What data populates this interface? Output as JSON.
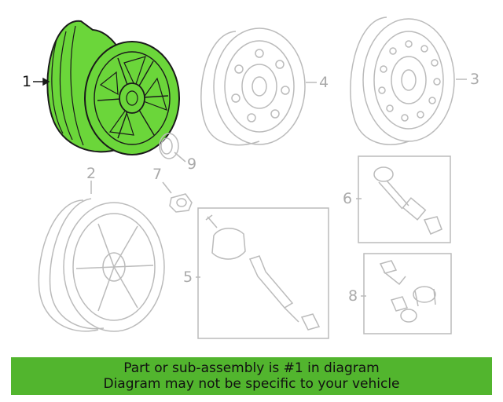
{
  "diagram": {
    "callouts": [
      {
        "id": "c1",
        "label": "1",
        "active": true
      },
      {
        "id": "c2",
        "label": "2",
        "active": false
      },
      {
        "id": "c3",
        "label": "3",
        "active": false
      },
      {
        "id": "c4",
        "label": "4",
        "active": false
      },
      {
        "id": "c5",
        "label": "5",
        "active": false
      },
      {
        "id": "c6",
        "label": "6",
        "active": false
      },
      {
        "id": "c7",
        "label": "7",
        "active": false
      },
      {
        "id": "c8",
        "label": "8",
        "active": false
      },
      {
        "id": "c9",
        "label": "9",
        "active": false
      }
    ],
    "colors": {
      "highlight": "#6bd63a",
      "outline": "#1a1a1a",
      "inactive": "#bbbbbb",
      "banner": "#52b52e"
    }
  },
  "banner": {
    "line1": "Part or sub-assembly is #1 in diagram",
    "line2": "Diagram may not be specific to your vehicle"
  }
}
